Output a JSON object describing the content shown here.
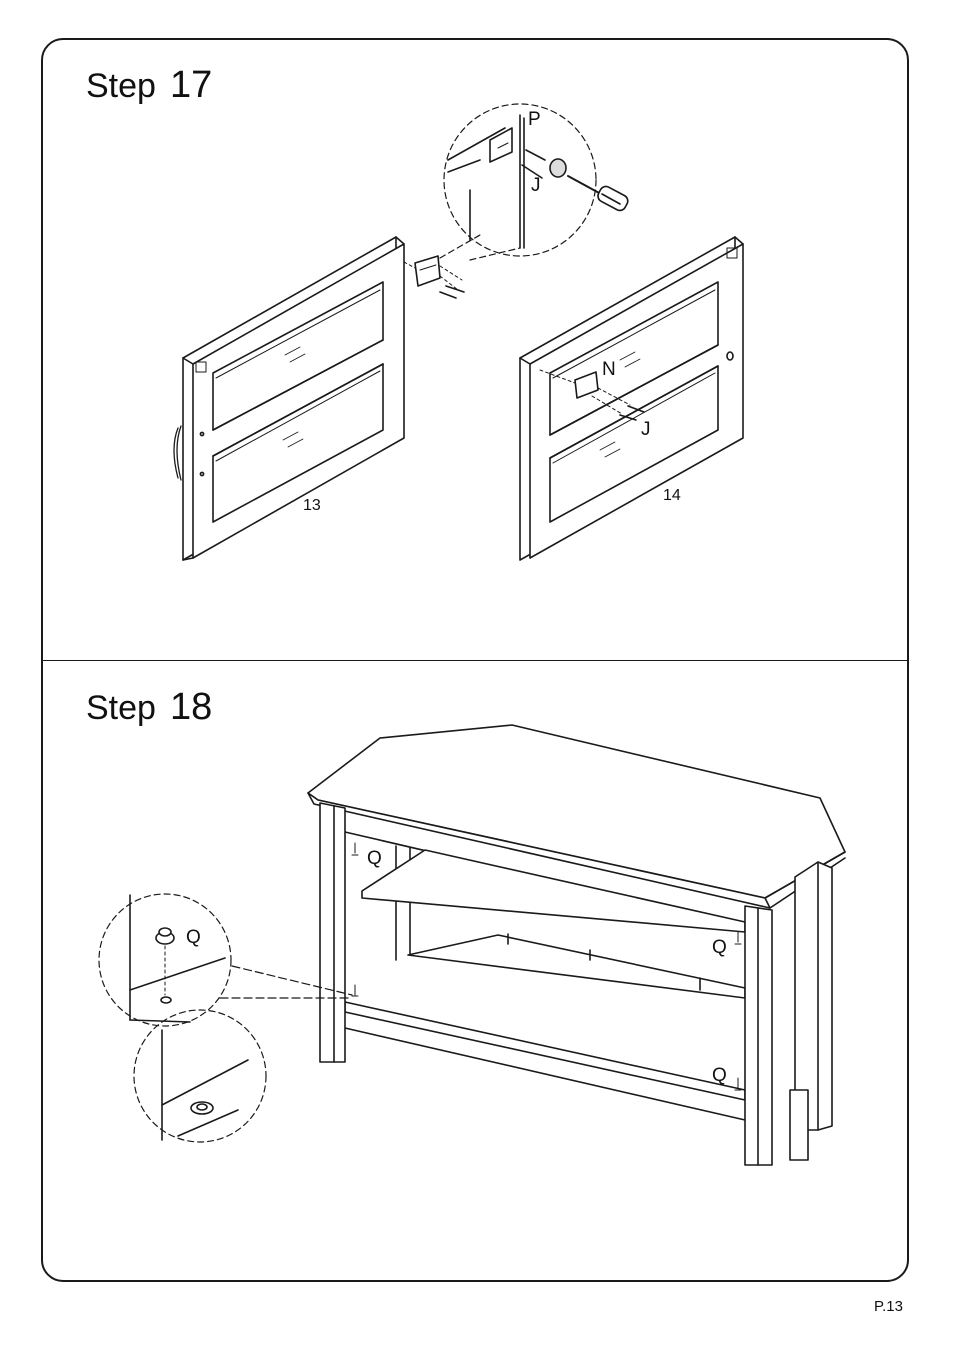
{
  "step17": {
    "word": "Step",
    "number": "17"
  },
  "step18": {
    "word": "Step",
    "number": "18"
  },
  "parts": {
    "p": "P",
    "j_top": "J",
    "n": "N",
    "j_right": "J",
    "panel_left": "13",
    "panel_right": "14",
    "q_detail": "Q",
    "q_upper_left": "Q",
    "q_upper_right": "Q",
    "q_lower_right": "Q"
  },
  "page_number": "P.13"
}
